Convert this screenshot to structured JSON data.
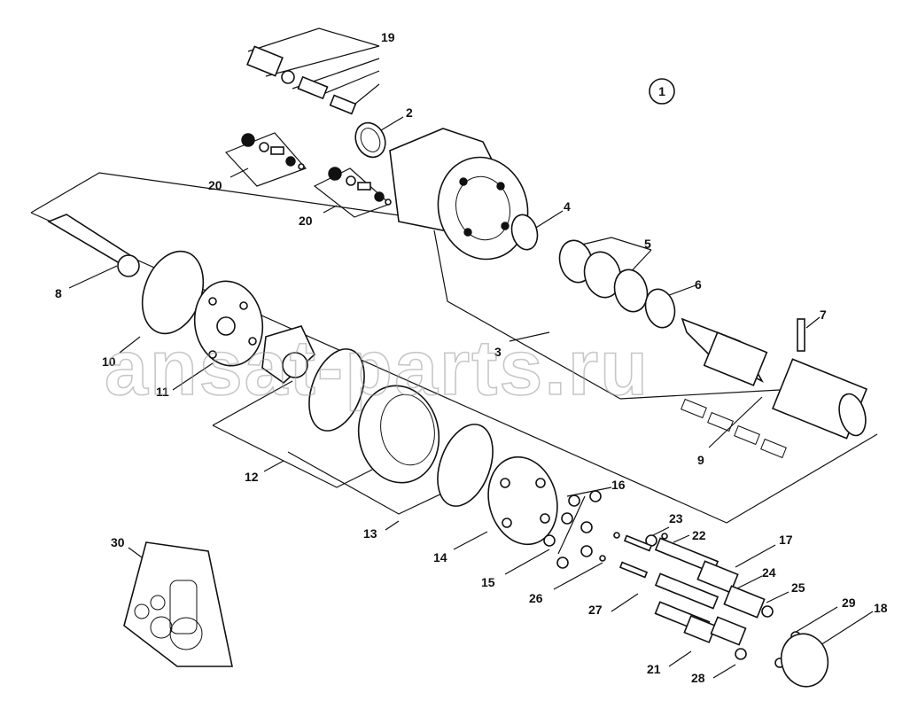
{
  "figure": {
    "assembly_number": "1",
    "watermark": "ansat-parts.ru",
    "callouts": [
      "19",
      "2",
      "20",
      "20",
      "4",
      "5",
      "6",
      "7",
      "8",
      "10",
      "11",
      "3",
      "9",
      "12",
      "13",
      "14",
      "15",
      "16",
      "26",
      "23",
      "22",
      "17",
      "24",
      "25",
      "27",
      "29",
      "18",
      "21",
      "28",
      "30"
    ]
  }
}
